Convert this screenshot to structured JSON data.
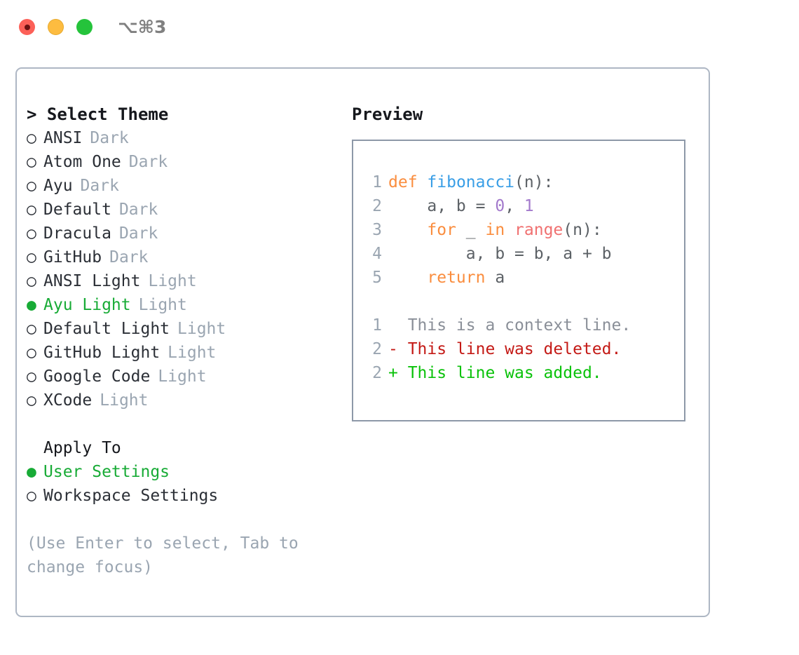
{
  "titlebar": {
    "shortcut": "⌥⌘3",
    "lights": [
      {
        "name": "close",
        "color": "#fc6058"
      },
      {
        "name": "minimize",
        "color": "#fdbc40"
      },
      {
        "name": "maximize",
        "color": "#25c33b"
      }
    ]
  },
  "theme_picker": {
    "header": "> Select Theme",
    "items": [
      {
        "marker": "○",
        "name": "ANSI",
        "variant": "Dark",
        "selected": false
      },
      {
        "marker": "○",
        "name": "Atom One",
        "variant": "Dark",
        "selected": false
      },
      {
        "marker": "○",
        "name": "Ayu",
        "variant": "Dark",
        "selected": false
      },
      {
        "marker": "○",
        "name": "Default",
        "variant": "Dark",
        "selected": false
      },
      {
        "marker": "○",
        "name": "Dracula",
        "variant": "Dark",
        "selected": false
      },
      {
        "marker": "○",
        "name": "GitHub",
        "variant": "Dark",
        "selected": false
      },
      {
        "marker": "○",
        "name": "ANSI Light",
        "variant": "Light",
        "selected": false
      },
      {
        "marker": "●",
        "name": "Ayu Light",
        "variant": "Light",
        "selected": true
      },
      {
        "marker": "○",
        "name": "Default Light",
        "variant": "Light",
        "selected": false
      },
      {
        "marker": "○",
        "name": "GitHub Light",
        "variant": "Light",
        "selected": false
      },
      {
        "marker": "○",
        "name": "Google Code",
        "variant": "Light",
        "selected": false
      },
      {
        "marker": "○",
        "name": "XCode",
        "variant": "Light",
        "selected": false
      }
    ]
  },
  "apply_to": {
    "header": "Apply To",
    "items": [
      {
        "marker": "●",
        "name": "User Settings",
        "selected": true
      },
      {
        "marker": "○",
        "name": "Workspace Settings",
        "selected": false
      }
    ]
  },
  "hint": "(Use Enter to select, Tab to\nchange focus)",
  "preview": {
    "title": "Preview",
    "code_lines": [
      {
        "num": "1",
        "tokens": [
          {
            "t": "def",
            "c": "k"
          },
          {
            "t": " ",
            "c": "id"
          },
          {
            "t": "fibonacci",
            "c": "fn"
          },
          {
            "t": "(n):",
            "c": "id"
          }
        ]
      },
      {
        "num": "2",
        "tokens": [
          {
            "t": "    a, b = ",
            "c": "id"
          },
          {
            "t": "0",
            "c": "num"
          },
          {
            "t": ", ",
            "c": "id"
          },
          {
            "t": "1",
            "c": "num"
          }
        ]
      },
      {
        "num": "3",
        "tokens": [
          {
            "t": "    ",
            "c": "id"
          },
          {
            "t": "for",
            "c": "k"
          },
          {
            "t": " _ ",
            "c": "id"
          },
          {
            "t": "in",
            "c": "k"
          },
          {
            "t": " ",
            "c": "id"
          },
          {
            "t": "range",
            "c": "bi"
          },
          {
            "t": "(n):",
            "c": "id"
          }
        ]
      },
      {
        "num": "4",
        "tokens": [
          {
            "t": "        a, b = b, a + b",
            "c": "id"
          }
        ]
      },
      {
        "num": "5",
        "tokens": [
          {
            "t": "    ",
            "c": "id"
          },
          {
            "t": "return",
            "c": "k"
          },
          {
            "t": " a",
            "c": "id"
          }
        ]
      }
    ],
    "diff_lines": [
      {
        "num": "1",
        "prefix": "  ",
        "text": "This is a context line.",
        "kind": "ctx"
      },
      {
        "num": "2",
        "prefix": "- ",
        "text": "This line was deleted.",
        "kind": "del"
      },
      {
        "num": "2",
        "prefix": "+ ",
        "text": "This line was added.",
        "kind": "add"
      }
    ]
  },
  "colors": {
    "accent_green": "#18ab36",
    "muted": "#9aa5b1",
    "keyword": "#fa8d3e",
    "function": "#399ee6",
    "number": "#a37acc",
    "builtin": "#f07171",
    "diff_delete": "#c41a16",
    "diff_add": "#0ac20a",
    "panel_border": "#aeb7c4",
    "preview_border": "#8d98a8"
  }
}
